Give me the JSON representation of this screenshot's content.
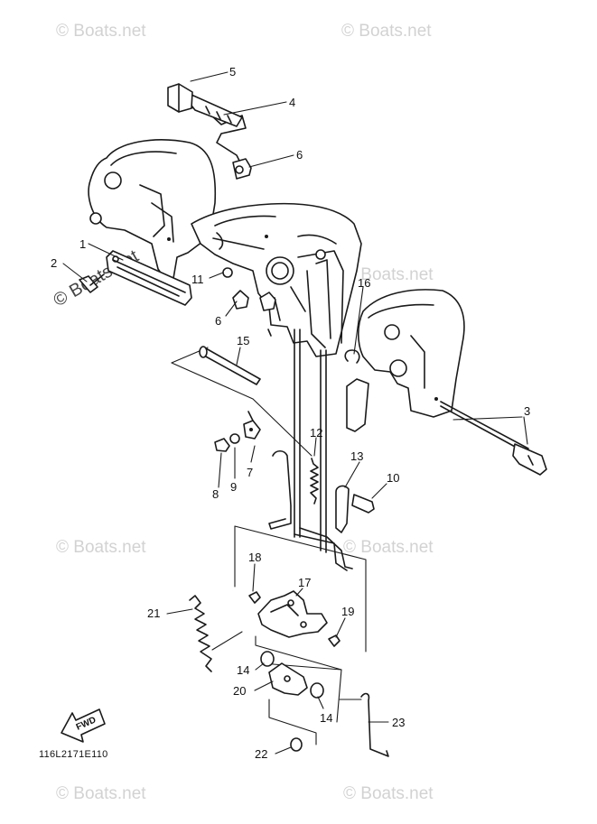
{
  "diagram": {
    "part_code": "116L2171E110",
    "fwd_label": "FWD",
    "watermark": "© Boats.net",
    "callouts": [
      {
        "id": "c1",
        "label": "1"
      },
      {
        "id": "c2",
        "label": "2"
      },
      {
        "id": "c3",
        "label": "3"
      },
      {
        "id": "c4",
        "label": "4"
      },
      {
        "id": "c5",
        "label": "5"
      },
      {
        "id": "c6a",
        "label": "6"
      },
      {
        "id": "c6b",
        "label": "6"
      },
      {
        "id": "c7",
        "label": "7"
      },
      {
        "id": "c8",
        "label": "8"
      },
      {
        "id": "c9",
        "label": "9"
      },
      {
        "id": "c10",
        "label": "10"
      },
      {
        "id": "c11",
        "label": "11"
      },
      {
        "id": "c12",
        "label": "12"
      },
      {
        "id": "c13",
        "label": "13"
      },
      {
        "id": "c14a",
        "label": "14"
      },
      {
        "id": "c14b",
        "label": "14"
      },
      {
        "id": "c15",
        "label": "15"
      },
      {
        "id": "c16",
        "label": "16"
      },
      {
        "id": "c17",
        "label": "17"
      },
      {
        "id": "c18",
        "label": "18"
      },
      {
        "id": "c19",
        "label": "19"
      },
      {
        "id": "c20",
        "label": "20"
      },
      {
        "id": "c21",
        "label": "21"
      },
      {
        "id": "c22",
        "label": "22"
      },
      {
        "id": "c23",
        "label": "23"
      }
    ]
  }
}
